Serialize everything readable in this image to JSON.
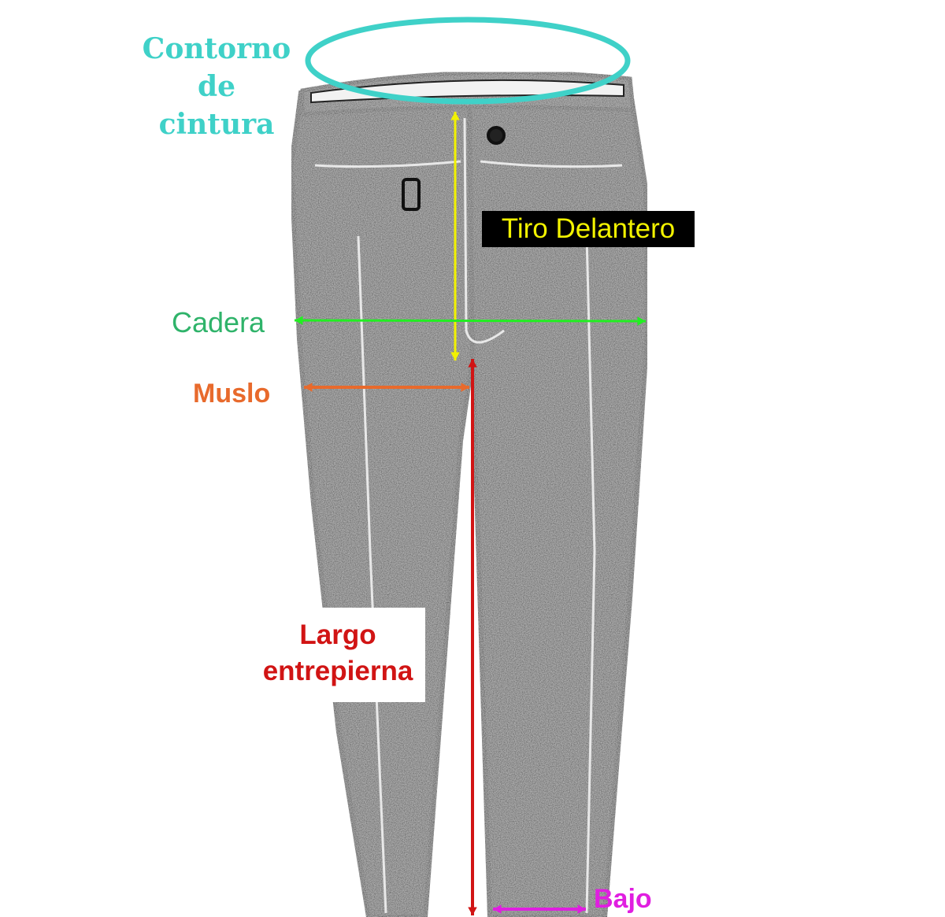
{
  "labels": {
    "waist_line1": "Contorno",
    "waist_line2": "de",
    "waist_line3": "cintura",
    "front_rise": "Tiro Delantero",
    "hip": "Cadera",
    "thigh": "Muslo",
    "inseam_line1": "Largo",
    "inseam_line2": "entrepierna",
    "hem": "Bajo"
  },
  "colors": {
    "waist": "#3fd1c8",
    "front_rise": "#f2f200",
    "hip": "#2fb36a",
    "hip_line": "#22ee22",
    "thigh": "#e86a2c",
    "inseam": "#d11414",
    "hem": "#e01ee0",
    "garment": "#3a3a3a"
  },
  "icons": {
    "garment": "trousers-illustration",
    "arrow": "double-headed-arrow"
  }
}
